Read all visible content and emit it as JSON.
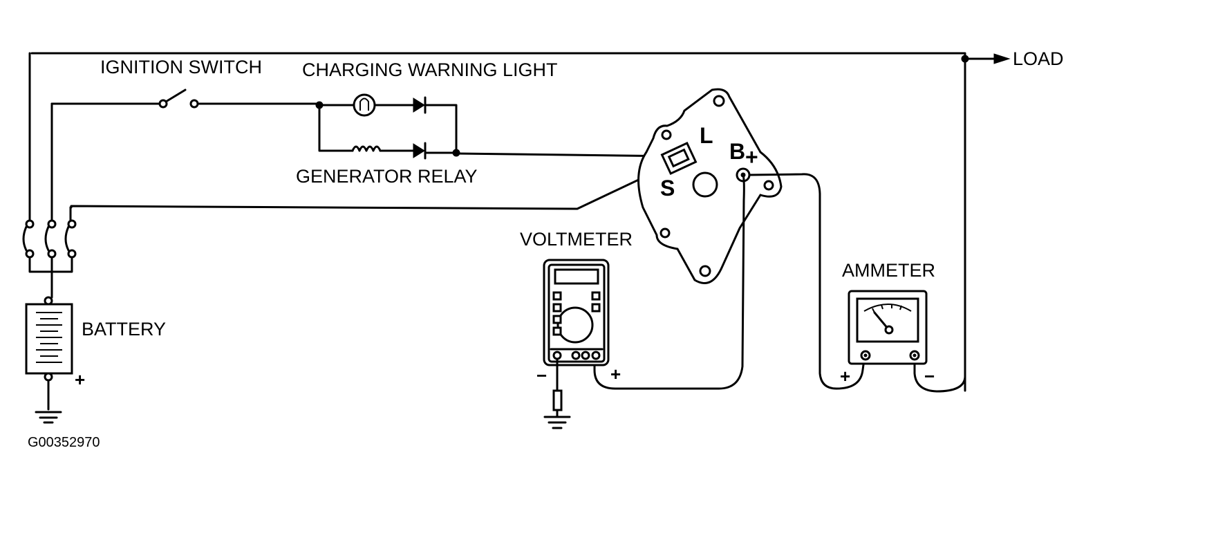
{
  "labels": {
    "ignition_switch": "IGNITION SWITCH",
    "charging_warning_light": "CHARGING WARNING LIGHT",
    "generator_relay": "GENERATOR RELAY",
    "load": "LOAD",
    "voltmeter": "VOLTMETER",
    "ammeter": "AMMETER",
    "battery": "BATTERY",
    "figure_code": "G00352970"
  },
  "terminals": {
    "l": "L",
    "b": "B",
    "b_plus": "+",
    "s": "S"
  },
  "signs": {
    "battery_plus": "+",
    "voltmeter_minus": "−",
    "voltmeter_plus": "+",
    "ammeter_plus": "+",
    "ammeter_minus": "−"
  }
}
